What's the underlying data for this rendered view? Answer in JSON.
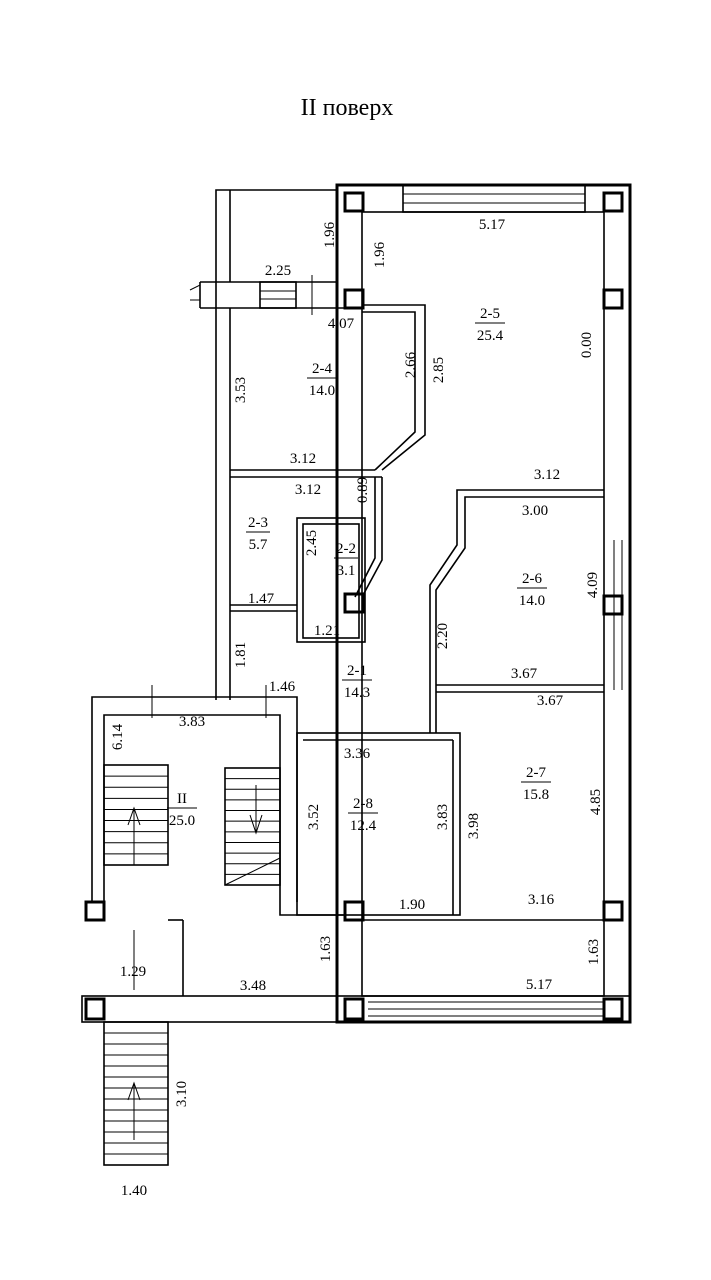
{
  "title": "II поверх",
  "rooms": [
    {
      "id": "2-1",
      "area": "14.3"
    },
    {
      "id": "2-2",
      "area": "3.1"
    },
    {
      "id": "2-3",
      "area": "5.7"
    },
    {
      "id": "2-4",
      "area": "14.0"
    },
    {
      "id": "2-5",
      "area": "25.4"
    },
    {
      "id": "2-6",
      "area": "14.0"
    },
    {
      "id": "2-7",
      "area": "15.8"
    },
    {
      "id": "2-8",
      "area": "12.4"
    },
    {
      "id": "II",
      "area": "25.0"
    }
  ],
  "dimensions": {
    "d2_5_top": "5.17",
    "d2_5_left": "1.96",
    "d_balcony_left": "1.96",
    "d_balcony_w": "2.25",
    "d_4_07": "4.07",
    "d2_5_right": "0.00",
    "d2_4_left": "3.53",
    "d2_4_diag": "2.66",
    "d2_5_diag": "2.85",
    "d2_4_bottom": "3.12",
    "d2_3_top": "3.12",
    "d2_5_bottom": "3.12",
    "d_0_89": "0.89",
    "d2_6_top": "3.00",
    "d2_3_h": "2.45",
    "d2_3_bottom": "1.47",
    "d2_2_bottom": "1.21",
    "d2_6_right": "4.09",
    "d2_6_left": "2.20",
    "d2_1_left": "1.81",
    "d2_6_bottom": "3.67",
    "d2_7_top": "3.67",
    "d_1_46": "1.46",
    "d_stair_top": "3.83",
    "d_stair_left": "6.14",
    "d2_8_top": "3.36",
    "d2_8_left": "3.52",
    "d2_8_right": "3.83",
    "d2_7_left": "3.98",
    "d2_7_right": "4.85",
    "d2_8_bottom": "1.90",
    "d2_7_bottom": "3.16",
    "d_1_63a": "1.63",
    "d_1_63b": "1.63",
    "d_1_29": "1.29",
    "d_3_48": "3.48",
    "d_5_17b": "5.17",
    "d_3_10": "3.10",
    "d_1_40": "1.40"
  }
}
